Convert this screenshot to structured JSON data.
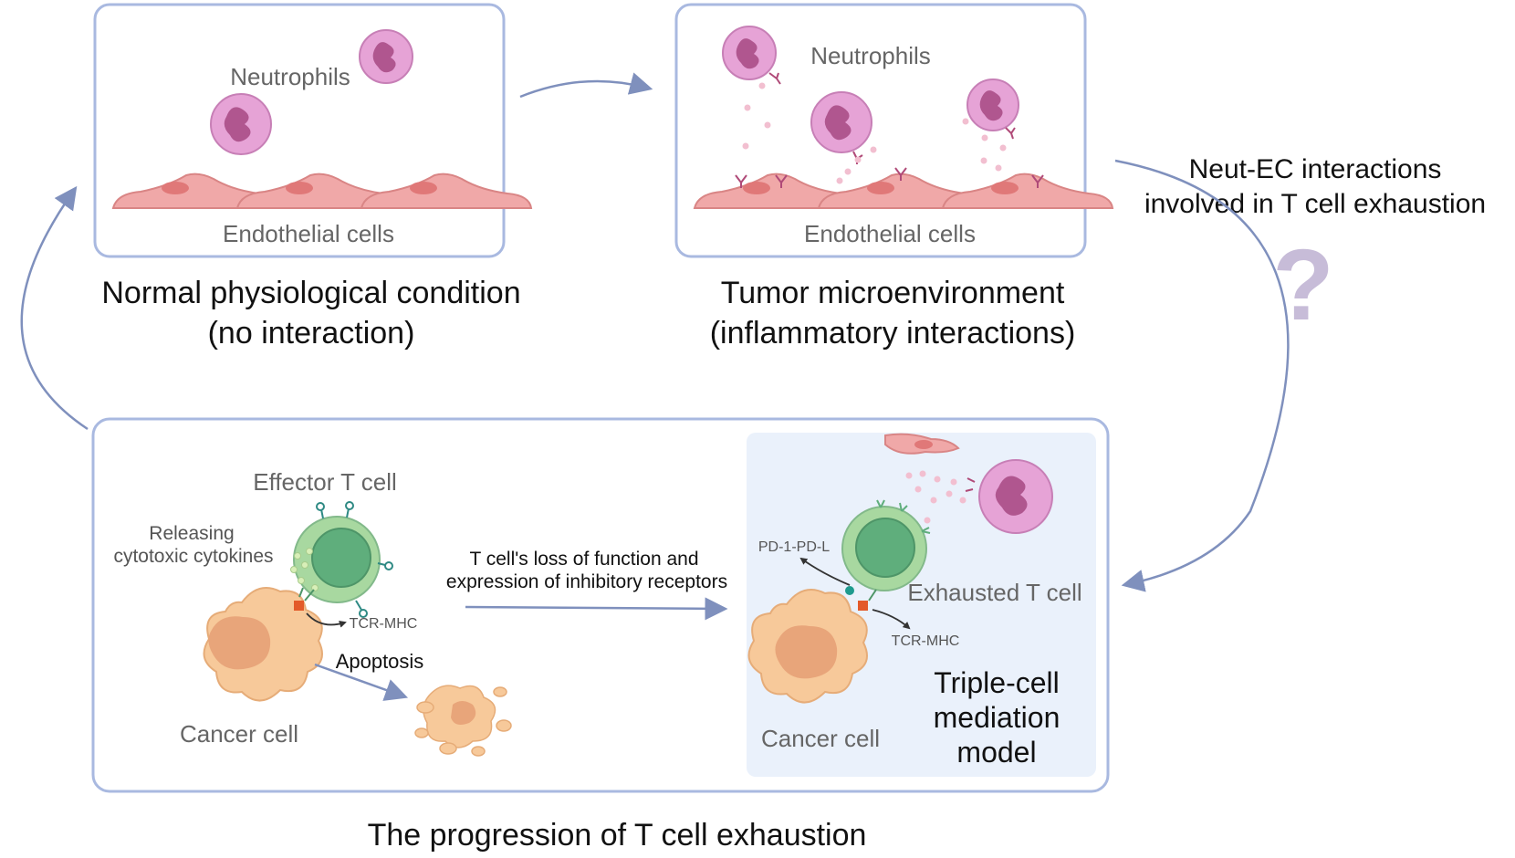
{
  "panel_normal": {
    "neutrophils_label": "Neutrophils",
    "endothelial_label": "Endothelial cells",
    "caption_line1": "Normal physiological condition",
    "caption_line2": "(no interaction)"
  },
  "panel_tumor": {
    "neutrophils_label": "Neutrophils",
    "endothelial_label": "Endothelial cells",
    "caption_line1": "Tumor microenvironment",
    "caption_line2": "(inflammatory interactions)"
  },
  "question": {
    "line1": "Neut-EC interactions",
    "line2": "involved in T cell exhaustion",
    "mark": "?"
  },
  "panel_progression": {
    "effector_label": "Effector T cell",
    "releasing_line1": "Releasing",
    "releasing_line2": "cytotoxic cytokines",
    "tcr_mhc_left": "TCR-MHC",
    "apoptosis_label": "Apoptosis",
    "cancer_left": "Cancer cell",
    "loss_line1": "T cell's loss of function and",
    "loss_line2": "expression of inhibitory receptors",
    "pd1_label": "PD-1-PD-L",
    "exhausted_label": "Exhausted T cell",
    "tcr_mhc_right": "TCR-MHC",
    "cancer_right": "Cancer cell",
    "model_line1": "Triple-cell",
    "model_line2": "mediation",
    "model_line3": "model",
    "caption": "The progression of T cell exhaustion"
  },
  "colors": {
    "panel_border": "#a9b9e0",
    "arrow": "#7f90bd",
    "question_mark": "#c7bcd8",
    "neutrophil": "#e6a3d6",
    "neutrophil_nucleus": "#b0568f",
    "endothelial": "#f0a8a8",
    "endothelial_nucleus": "#e07878",
    "t_cell": "#a8d8a0",
    "t_cell_nucleus": "#5fae7c",
    "cancer": "#f7c99a",
    "cancer_nucleus": "#e8a57a",
    "model_bg": "#eaf1fb"
  }
}
